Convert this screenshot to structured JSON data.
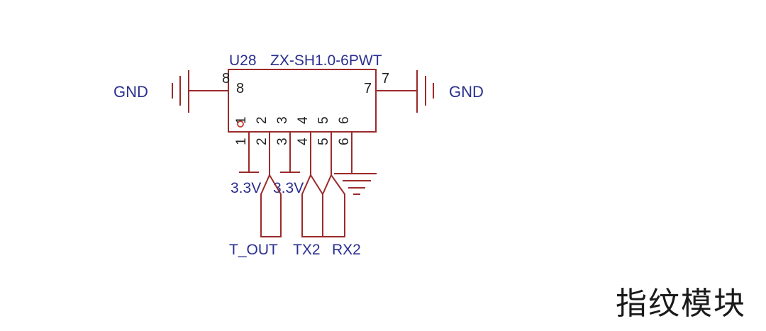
{
  "component": {
    "designator": "U28",
    "part": "ZX-SH1.0-6PWT",
    "inner_pins": [
      "1",
      "2",
      "3",
      "4",
      "5",
      "6"
    ],
    "outer_pins": [
      "1",
      "2",
      "3",
      "4",
      "5",
      "6"
    ],
    "left_pin_outer": "8",
    "left_pin_inner": "8",
    "right_pin_outer": "7",
    "right_pin_inner": "7"
  },
  "nets": {
    "gnd_left": "GND",
    "gnd_right": "GND",
    "power_1": "3.3V",
    "power_2": "3.3V",
    "port_1": "T_OUT",
    "port_2": "TX2",
    "port_3": "RX2"
  },
  "caption": "指纹模块",
  "colors": {
    "wire": "#9b2b2b",
    "label": "#2a2f8f"
  }
}
